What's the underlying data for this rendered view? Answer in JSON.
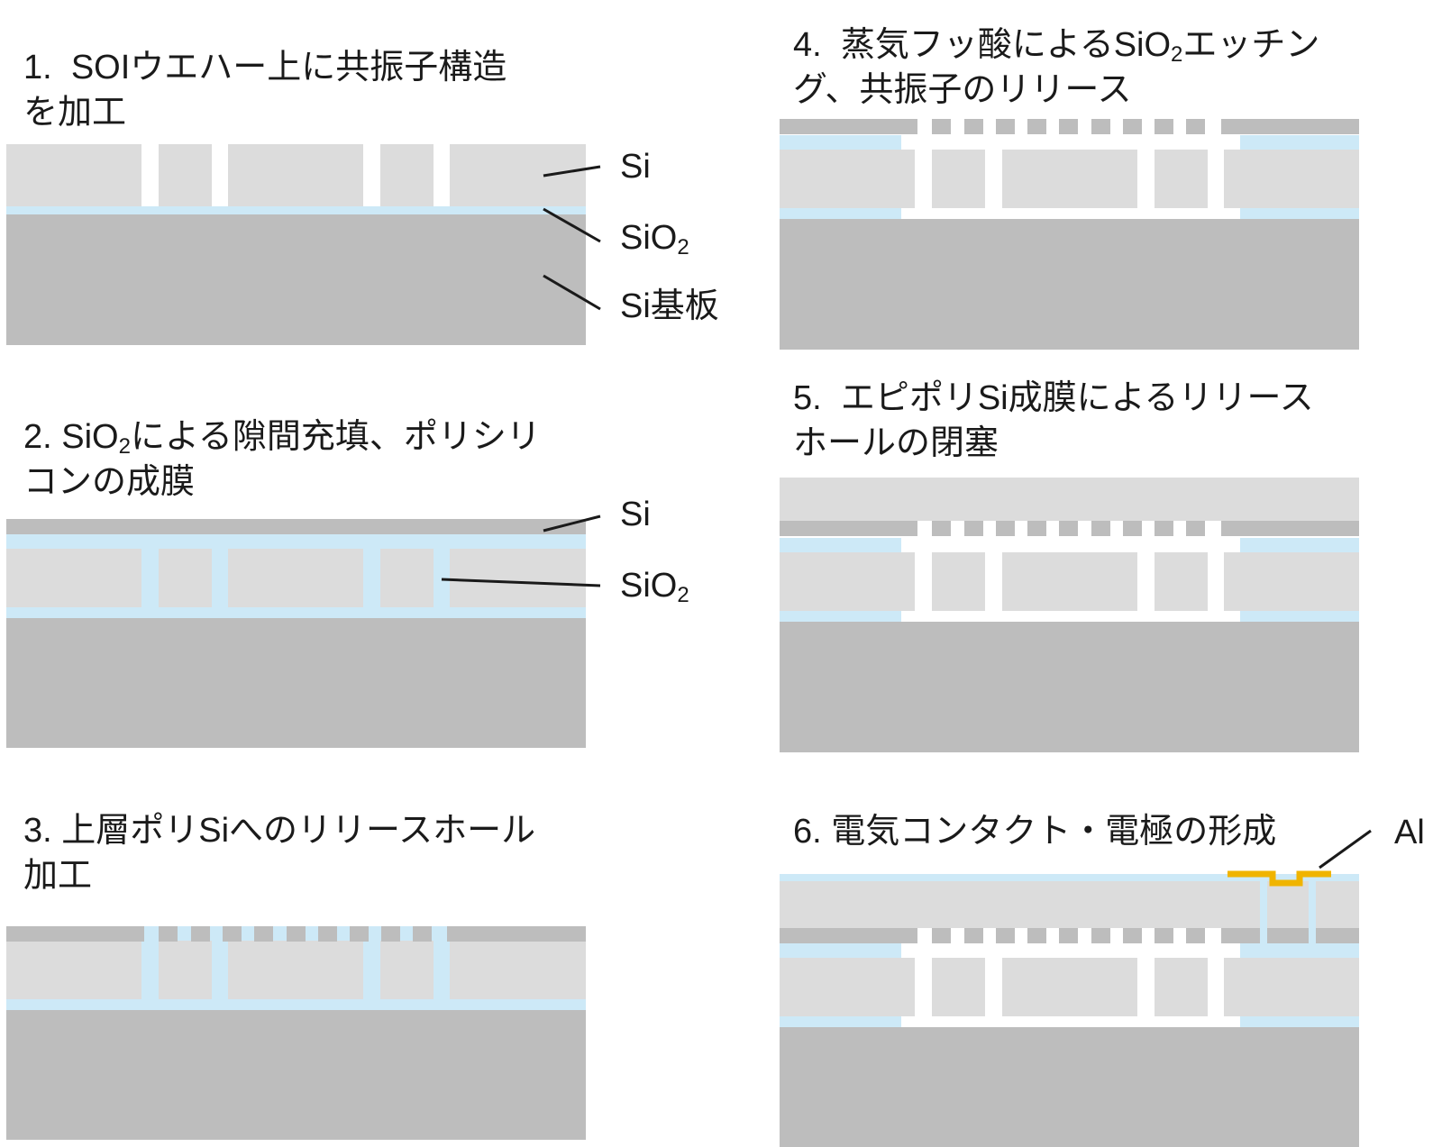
{
  "steps": [
    {
      "number": "1.",
      "line1": "SOIウエハー上に共振子構造",
      "line2": "を加工"
    },
    {
      "number": "2.",
      "line1_pre": "SiO",
      "line1_sub": "2",
      "line1_post": "による隙間充填、ポリシリ",
      "line2": "コンの成膜"
    },
    {
      "number": "3.",
      "line1": "上層ポリSiへのリリースホール",
      "line2": "加工"
    },
    {
      "number": "4.",
      "line1_pre": "蒸気フッ酸によるSiO",
      "line1_sub": "2",
      "line1_post": "エッチン",
      "line2": "グ、共振子のリリース"
    },
    {
      "number": "5.",
      "line1": "エピポリSi成膜によるリリース",
      "line2": "ホールの閉塞"
    },
    {
      "number": "6.",
      "line1": "電気コンタクト・電極の形成"
    }
  ],
  "labels": {
    "si": "Si",
    "sio2_main": "SiO",
    "sio2_sub": "2",
    "si_substrate": "Si基板",
    "al": "Al"
  },
  "colors": {
    "si_light": "#dcdcdc",
    "si_dark": "#bdbdbd",
    "sio2": "#cde9f7",
    "aluminum": "#f0b400",
    "leader": "#1a1a1a"
  }
}
